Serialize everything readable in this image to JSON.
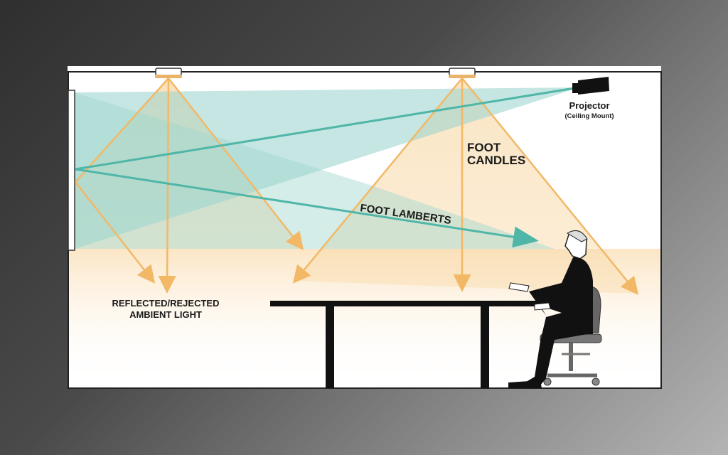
{
  "diagram": {
    "labels": {
      "projector": "Projector",
      "projector_mount": "(Ceiling Mount)",
      "foot_candles_line1": "FOOT",
      "foot_candles_line2": "CANDLES",
      "foot_lamberts": "FOOT LAMBERTS",
      "ambient_line1": "REFLECTED/REJECTED",
      "ambient_line2": "AMBIENT LIGHT"
    },
    "colors": {
      "light_ray": "#f2b866",
      "projector_beam": "#5fbfb3",
      "beam_fill": "#a9dbd3",
      "warm_glow": "#fbe3bf",
      "ink": "#111111"
    },
    "icons": [
      "ceiling-light-icon",
      "projector-icon",
      "person-icon",
      "chair-icon",
      "table-icon",
      "screen-icon"
    ]
  }
}
